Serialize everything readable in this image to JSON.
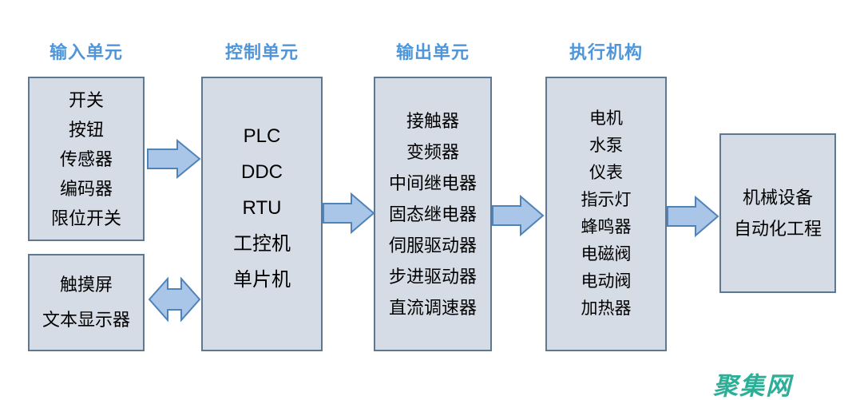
{
  "colors": {
    "background": "#ffffff",
    "box_fill": "#d6dce5",
    "box_border": "#5f7891",
    "arrow_fill": "#a9c6e8",
    "arrow_border": "#5083b7",
    "header_text": "#4e96d9",
    "body_text": "#000000",
    "watermark": "#2dae97"
  },
  "headers": {
    "input": "输入单元",
    "control": "控制单元",
    "output": "输出单元",
    "actuator": "执行机构"
  },
  "boxes": {
    "input": {
      "items": [
        "开关",
        "按钮",
        "传感器",
        "编码器",
        "限位开关"
      ]
    },
    "hmi": {
      "items": [
        "触摸屏",
        "文本显示器"
      ]
    },
    "control": {
      "items": [
        "PLC",
        "DDC",
        "RTU",
        "工控机",
        "单片机"
      ]
    },
    "output": {
      "items": [
        "接触器",
        "变频器",
        "中间继电器",
        "固态继电器",
        "伺服驱动器",
        "步进驱动器",
        "直流调速器"
      ]
    },
    "actuator": {
      "items": [
        "电机",
        "水泵",
        "仪表",
        "指示灯",
        "蜂鸣器",
        "电磁阀",
        "电动阀",
        "加热器"
      ]
    },
    "result": {
      "items": [
        "机械设备",
        "自动化工程"
      ]
    }
  },
  "watermark": "聚集网"
}
